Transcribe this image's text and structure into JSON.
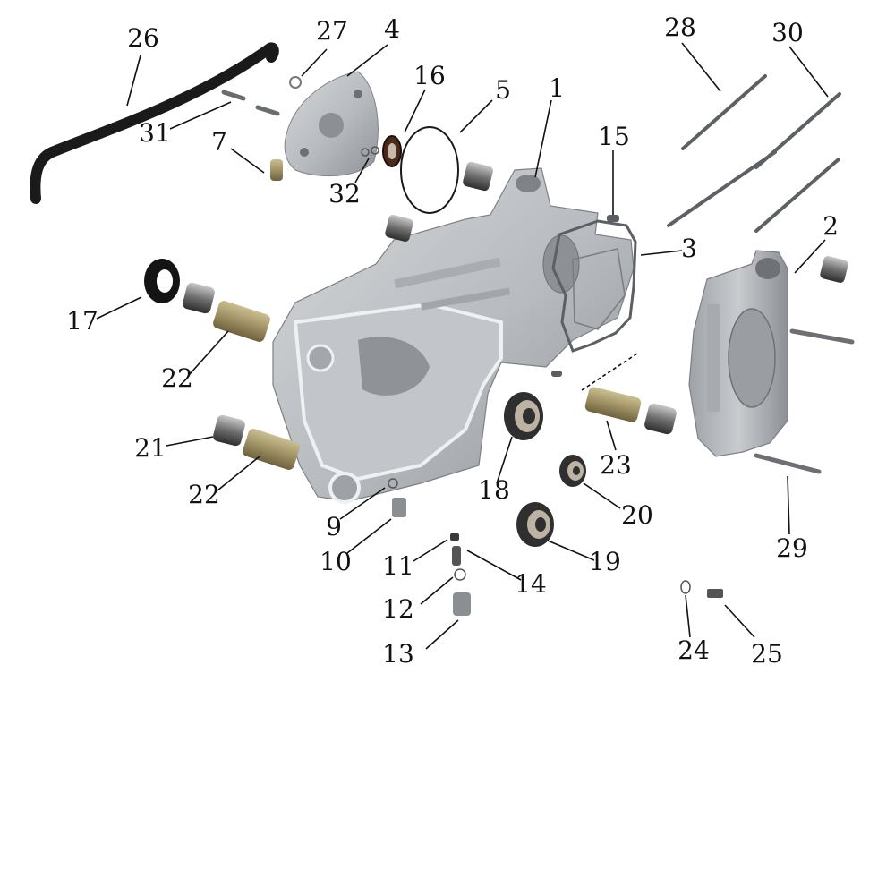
{
  "diagram": {
    "callouts": [
      "1",
      "2",
      "3",
      "4",
      "5",
      "7",
      "9",
      "10",
      "11",
      "12",
      "13",
      "14",
      "15",
      "16",
      "17",
      "18",
      "19",
      "20",
      "21",
      "22",
      "22",
      "23",
      "24",
      "25",
      "26",
      "27",
      "28",
      "29",
      "30",
      "31",
      "32"
    ]
  },
  "colors": {
    "background": "#ffffff",
    "casting": "#b9bcc0",
    "casting_dark": "#8d9196",
    "bearing": "#3a3a3a",
    "bushing": "#a79a6e",
    "hose": "#1c1c1c",
    "seal": "#6a3a22"
  }
}
